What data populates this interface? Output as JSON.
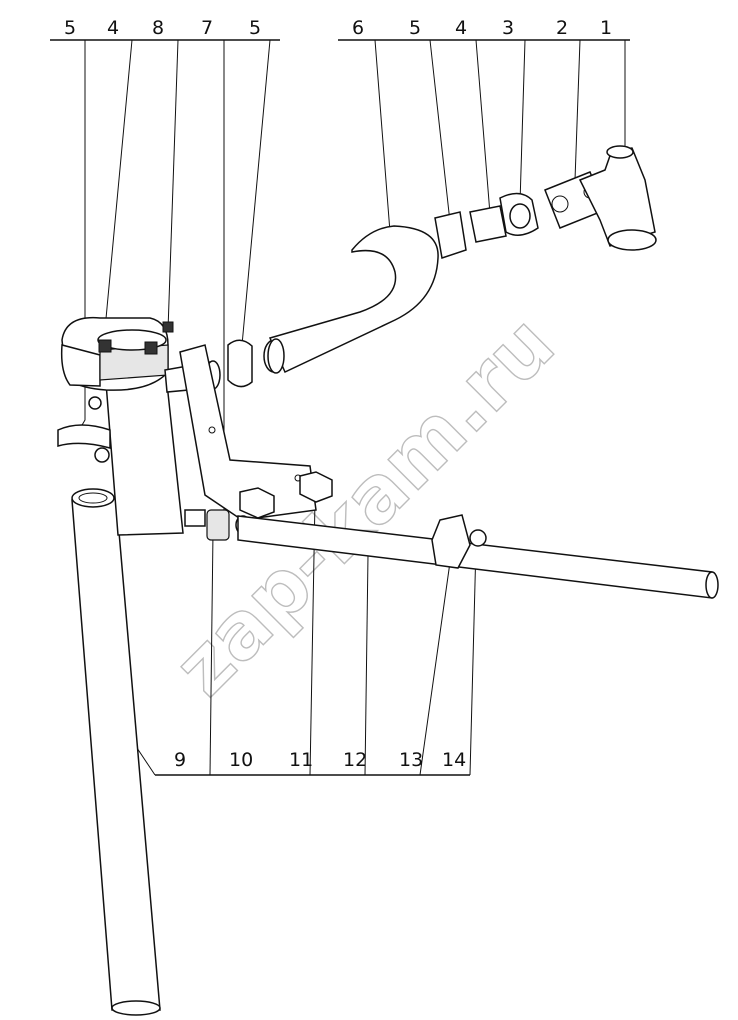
{
  "watermark": "zap-kam.ru",
  "callouts_top": [
    "5",
    "4",
    "8",
    "7",
    "5",
    "6",
    "5",
    "4",
    "3",
    "2",
    "1"
  ],
  "callouts_bottom": [
    "9",
    "10",
    "11",
    "12",
    "13",
    "14"
  ]
}
